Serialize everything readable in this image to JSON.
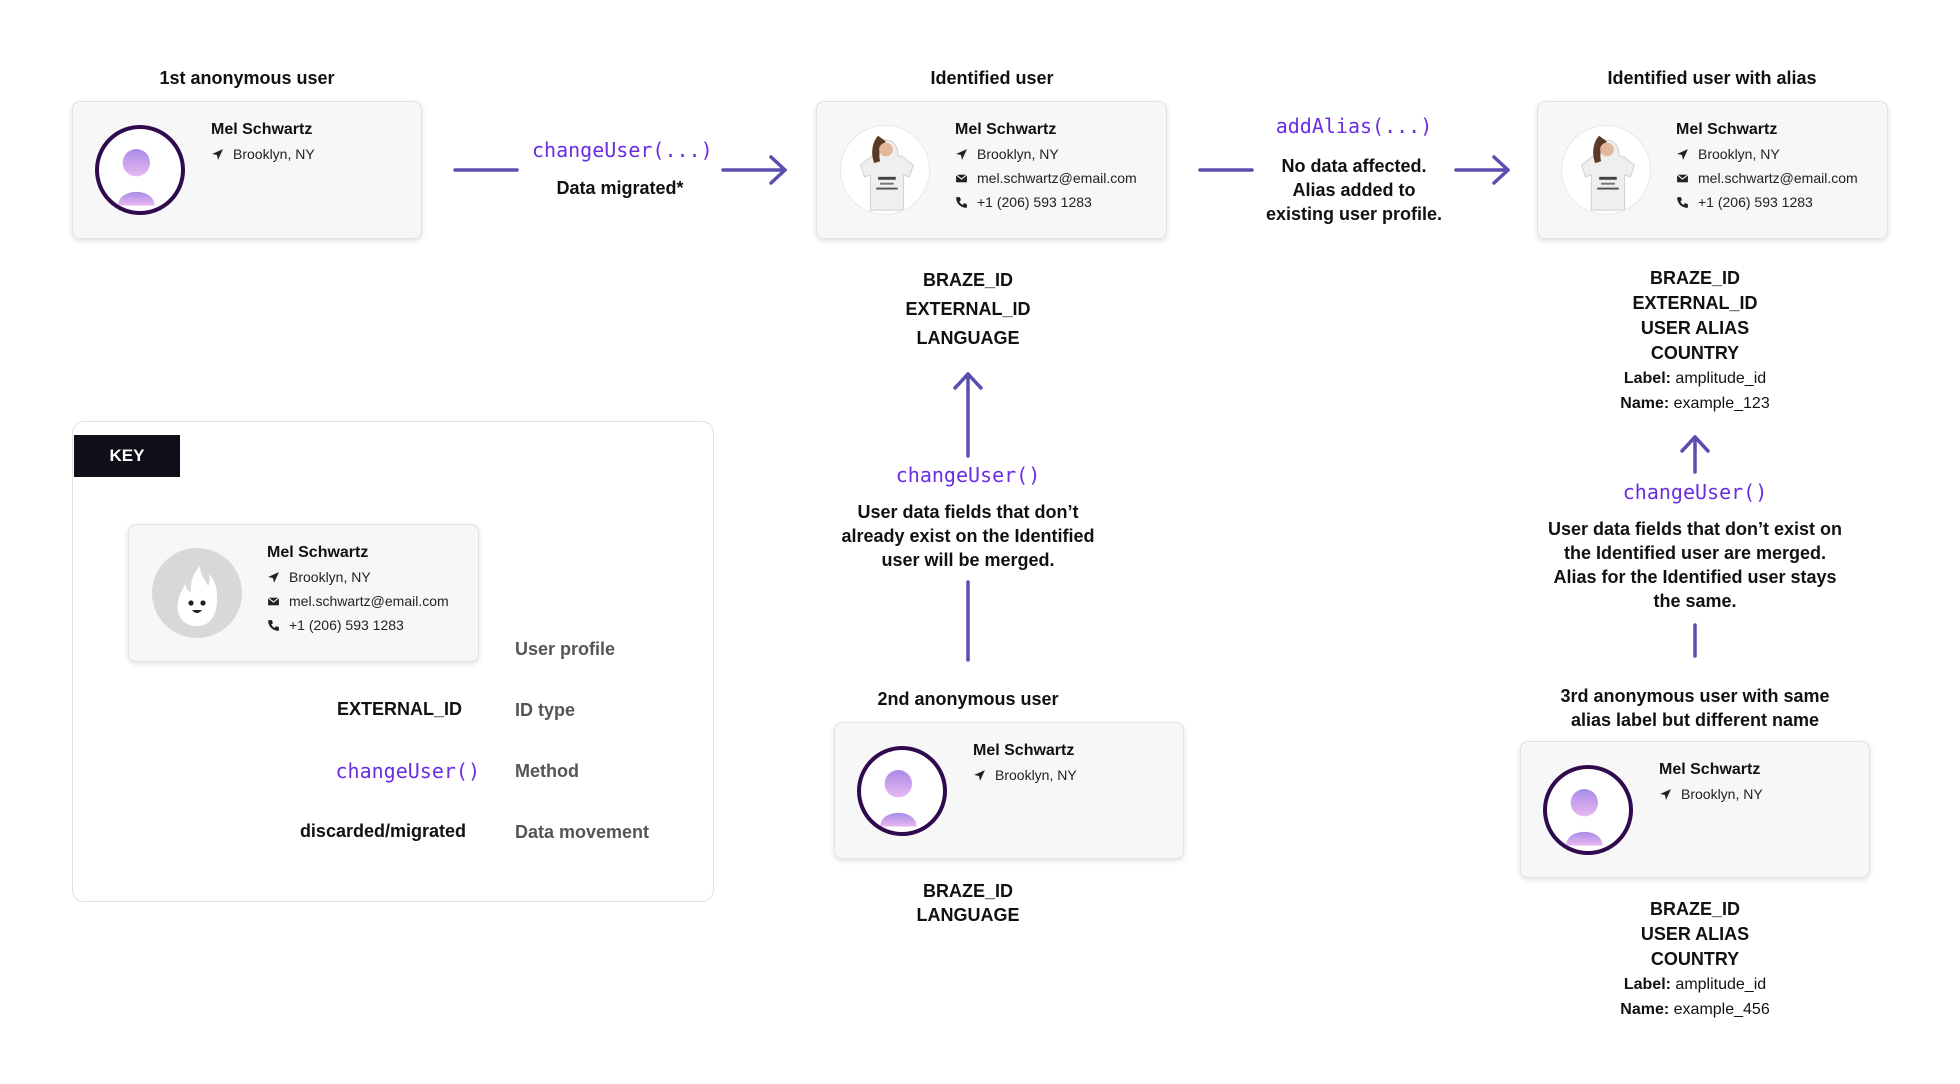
{
  "colors": {
    "arrow": "#5a4fb0",
    "method": "#6a2ee0",
    "ring": "#2f0a4f",
    "key_tab": "#0f0f1a"
  },
  "icons": {
    "location": "location-arrow-icon",
    "email": "envelope-icon",
    "phone": "phone-icon"
  },
  "profile": {
    "name": "Mel Schwartz",
    "location": "Brooklyn, NY",
    "email": "mel.schwartz@email.com",
    "phone": "+1 (206) 593 1283"
  },
  "col1": {
    "title": "1st anonymous user",
    "method": "changeUser(...)",
    "note": "Data migrated*"
  },
  "col2": {
    "title": "Identified user",
    "ids": [
      "BRAZE_ID",
      "EXTERNAL_ID",
      "LANGUAGE"
    ],
    "method": "changeUser()",
    "note": [
      "User data fields that don’t",
      "already exist on the Identified",
      "user will be merged."
    ],
    "anon_title": "2nd anonymous user",
    "anon_ids": [
      "BRAZE_ID",
      "LANGUAGE"
    ]
  },
  "col3": {
    "method": "addAlias(...)",
    "note": [
      "No data affected.",
      "Alias added to",
      "existing user profile."
    ]
  },
  "col4": {
    "title": "Identified user with alias",
    "ids": [
      "BRAZE_ID",
      "EXTERNAL_ID",
      "USER ALIAS",
      "COUNTRY"
    ],
    "label_key": "Label:",
    "label_val": "amplitude_id",
    "name_key": "Name:",
    "name_val": "example_123",
    "method": "changeUser()",
    "note": [
      "User data fields that don’t exist on",
      "the Identified user are merged.",
      "Alias for the Identified user stays",
      "the same."
    ],
    "anon_title": [
      "3rd anonymous user with same",
      "alias label but different name"
    ],
    "anon_ids": [
      "BRAZE_ID",
      "USER ALIAS",
      "COUNTRY"
    ],
    "anon_name_val": "example_456"
  },
  "key": {
    "tab": "KEY",
    "user_profile": "User profile",
    "id_example": "EXTERNAL_ID",
    "id_desc": "ID type",
    "method_example": "changeUser()",
    "method_desc": "Method",
    "movement_example": "discarded/migrated",
    "movement_desc": "Data movement"
  }
}
